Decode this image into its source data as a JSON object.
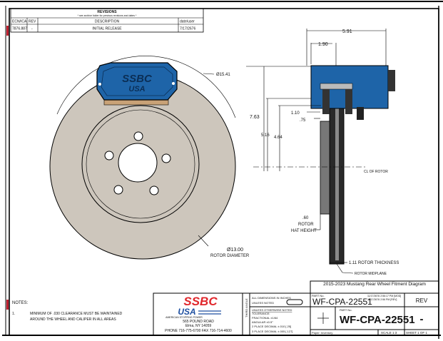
{
  "revisions": {
    "title": "REVISIONS",
    "subtitle": "* see archive folder for previous revisions and dates *",
    "headers": [
      "ECN/ICA",
      "REV",
      "DESCRIPTION",
      "date/user"
    ],
    "rows": [
      [
        "7876.887",
        "-",
        "INITIAL RELEASE",
        "7/17/2676"
      ]
    ]
  },
  "front_view": {
    "caliper_logo_top": "SSBC",
    "caliper_logo_bottom": "USA",
    "outer_diameter_label": "Ø15.41",
    "rotor_diameter_value": "Ø13.00",
    "rotor_diameter_label": "ROTOR DIAMETER"
  },
  "side_view": {
    "overall_width": "5.91",
    "caliper_offset": "1.90",
    "overall_height": "7.63",
    "height_a": "5.16",
    "height_b": "4.64",
    "dim_110": "1.10",
    "dim_75": ".75",
    "centerline_label": "CL OF ROTOR",
    "hat_value": ".60",
    "hat_label_1": "ROTOR",
    "hat_label_2": "HAT HEIGHT",
    "thickness_label": "1.11 ROTOR THICKNESS",
    "midplane_label": "ROTOR MIDPLANE"
  },
  "notes": {
    "title": "NOTES:",
    "items": [
      {
        "num": "1.",
        "line1": "MINIMUM OF .030 CLEARANCE MUST BE MAINTAINED",
        "line2": "AROUND THE WHEEL AND CALIPER IN ALL AREAS"
      }
    ]
  },
  "title_block": {
    "company_logo": "SSBC",
    "company_logo_sub": "USA",
    "company_tagline": "AMERICAN STOPPING POWER",
    "address_1": "565 POUND ROAD",
    "address_2": "Elma, NY 14059",
    "phone": "PHONE 716-775-6700  FAX 716-714-4600",
    "third_angle": "THIRD ANGLE",
    "dims_note_1": "ALL DIMENSIONS IN INCHES",
    "dims_note_2": "UNLESS NOTED",
    "tolerance_title": "UNLESS OTHERWISE NOTED",
    "tolerance_label": "TOLERANCE:",
    "tol_1": "FRACTIONAL  ±1/64",
    "tol_2": "ANGULAR  ±0.5°",
    "tol_3": "2 PLACE DECIMAL  ±.010 [.25]",
    "tol_4": "3 PLACE DECIMAL  ±.005 [.127]",
    "drawing_title": "2015-2023 Mustang Rear Wheel Fitment Diagram",
    "part_no_label": "PART No.",
    "part_no_small": "WF-CPA-22551",
    "part_note_1": "11/17/2676 2:56:17 PM [MOD]",
    "part_note_2": "11/17/2676 2:56 PM [REV]",
    "part_no_label_2": "PART No.",
    "part_no_large": "WF-CPA-22551",
    "rev_label": "REV",
    "rev_value": "-",
    "paper": "Paper: Inventory",
    "scale": "SCALE 1:3",
    "sheet": "SHEET 1 OF 1"
  },
  "colors": {
    "caliper_blue": "#1e64a8",
    "rotor_gray": "#cdc6bc",
    "bracket_tan": "#c9a277",
    "logo_red": "#e0262b",
    "logo_blue": "#1e4fa0"
  }
}
